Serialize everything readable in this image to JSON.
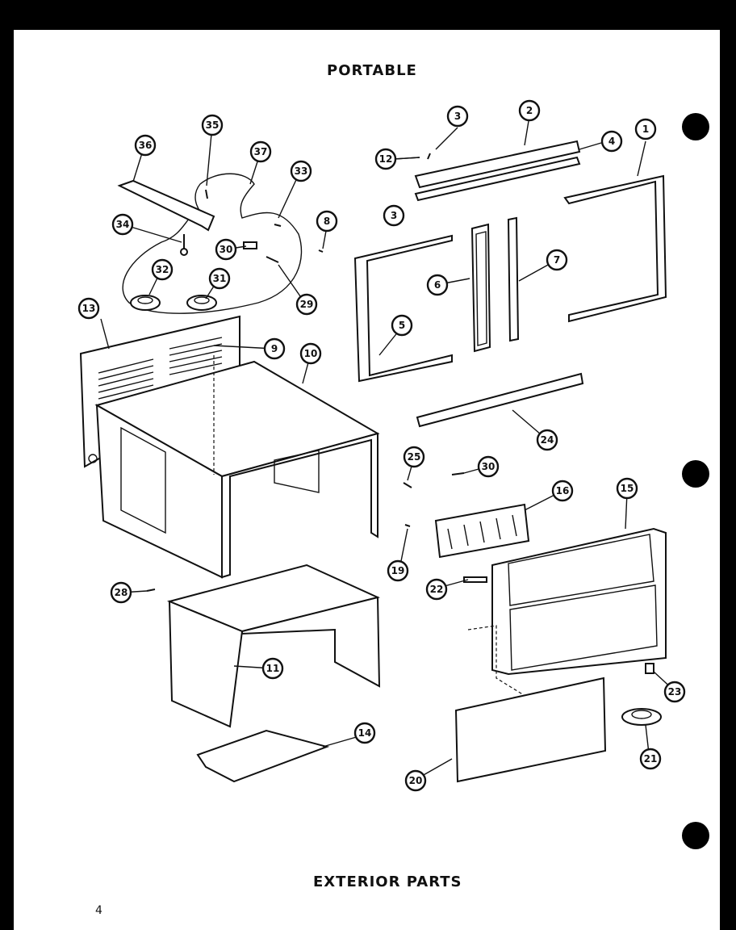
{
  "titles": {
    "top": "PORTABLE",
    "bottom": "EXTERIOR PARTS"
  },
  "page_number": "4",
  "callouts": [
    "1",
    "2",
    "3",
    "3",
    "4",
    "5",
    "6",
    "7",
    "8",
    "9",
    "10",
    "11",
    "12",
    "13",
    "14",
    "15",
    "16",
    "19",
    "20",
    "21",
    "22",
    "23",
    "24",
    "25",
    "28",
    "29",
    "30",
    "30",
    "31",
    "32",
    "33",
    "34",
    "35",
    "36",
    "37"
  ]
}
